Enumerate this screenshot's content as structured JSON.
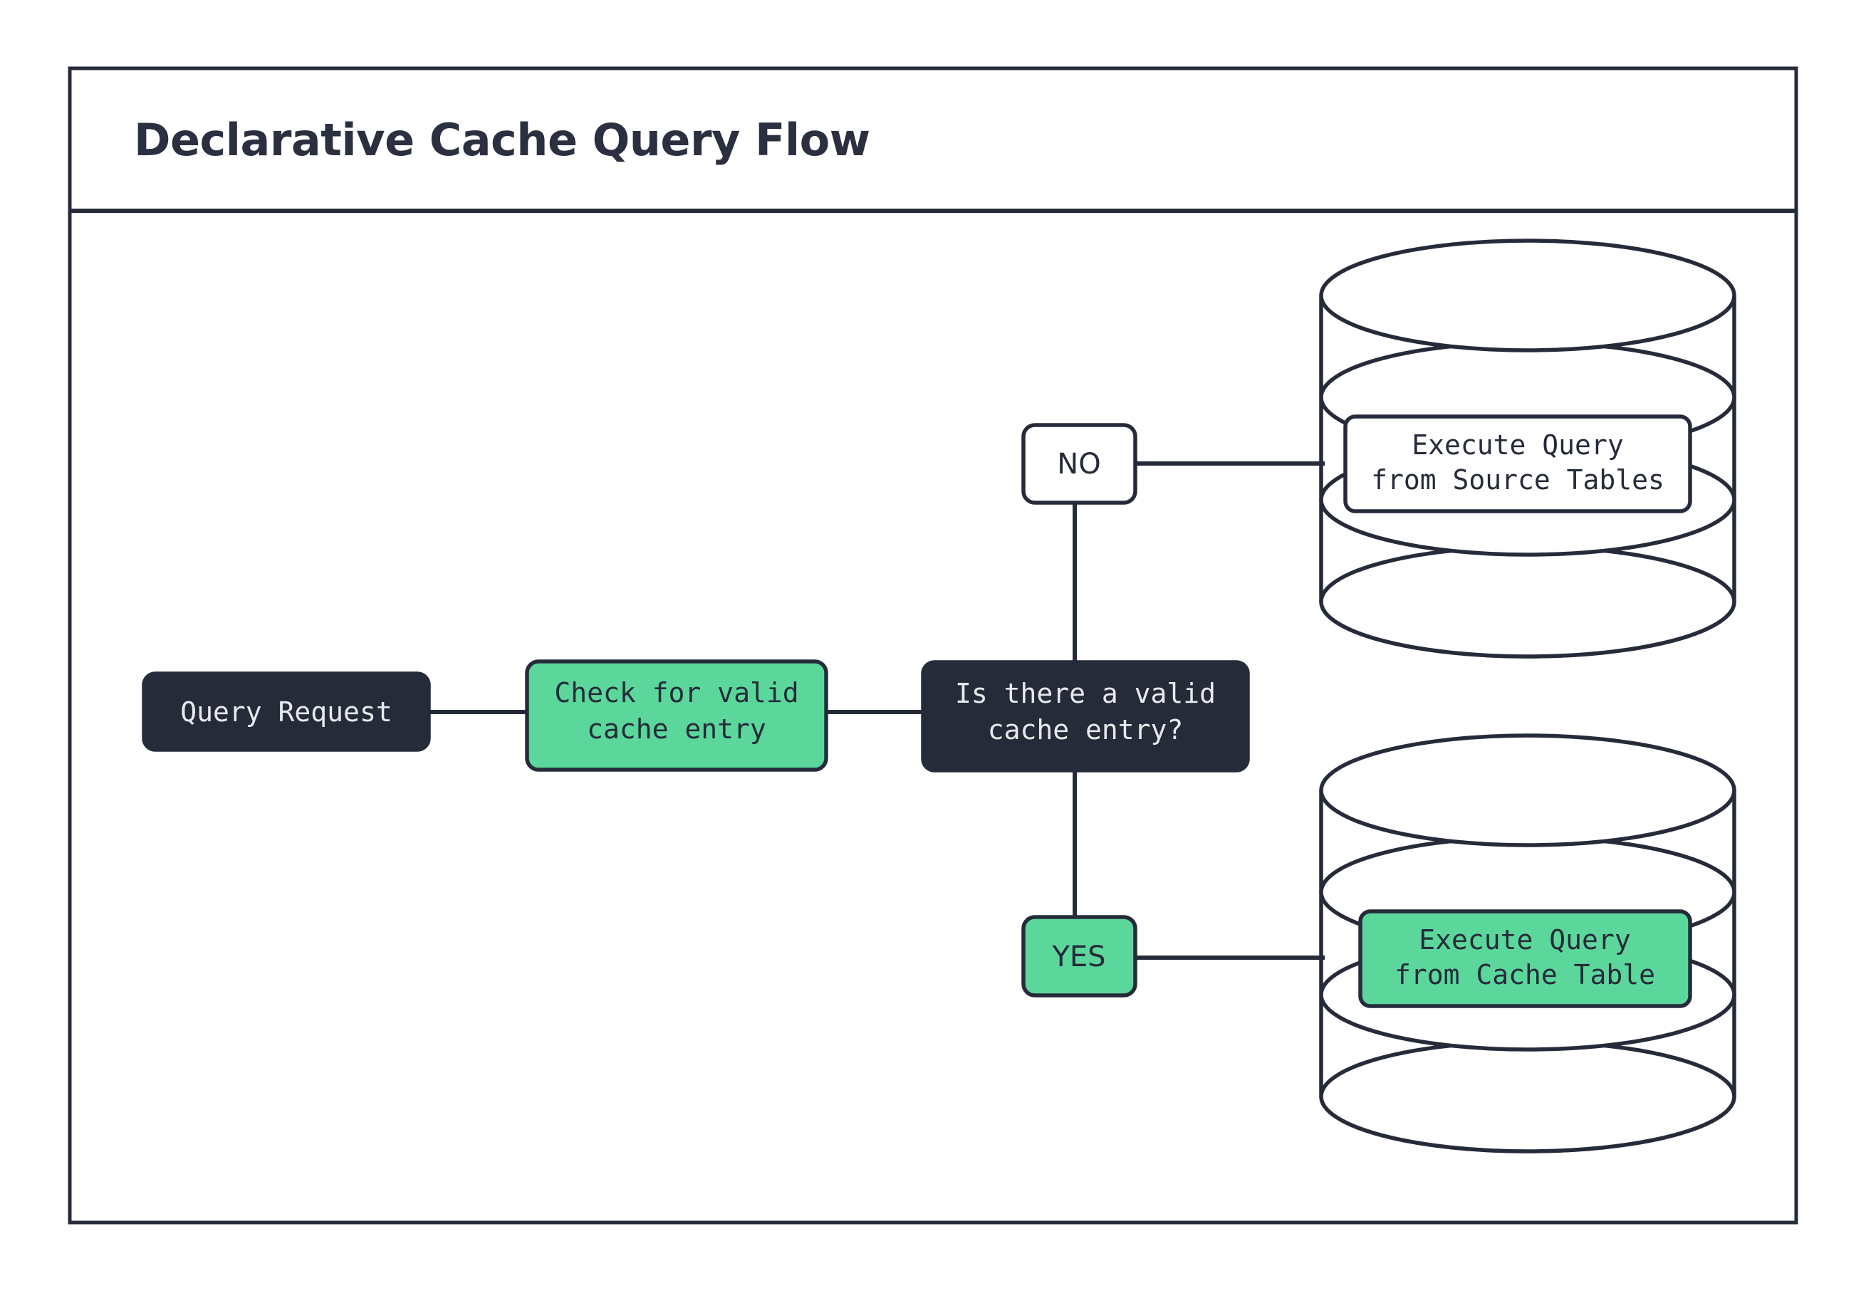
{
  "diagram": {
    "title": "Declarative Cache Query Flow",
    "colors": {
      "dark": "#262b3a",
      "green": "#5bd79c",
      "white": "#ffffff",
      "text_on_dark": "#e8e9ec"
    },
    "nodes": {
      "query_request": {
        "label": "Query Request",
        "style": "dark"
      },
      "check_cache": {
        "line1": "Check for valid",
        "line2": "cache entry",
        "style": "green"
      },
      "decision": {
        "line1": "Is there a valid",
        "line2": "cache entry?",
        "style": "dark"
      },
      "branch_no": {
        "label": "NO",
        "style": "white"
      },
      "branch_yes": {
        "label": "YES",
        "style": "green"
      },
      "source_tables": {
        "line1": "Execute Query",
        "line2": "from Source Tables",
        "style": "white",
        "container": "database-cylinder"
      },
      "cache_table": {
        "line1": "Execute Query",
        "line2": "from Cache Table",
        "style": "green",
        "container": "database-cylinder"
      }
    },
    "edges": [
      {
        "from": "query_request",
        "to": "check_cache"
      },
      {
        "from": "check_cache",
        "to": "decision"
      },
      {
        "from": "decision",
        "to": "branch_no"
      },
      {
        "from": "branch_no",
        "to": "source_tables"
      },
      {
        "from": "decision",
        "to": "branch_yes"
      },
      {
        "from": "branch_yes",
        "to": "cache_table"
      }
    ]
  }
}
